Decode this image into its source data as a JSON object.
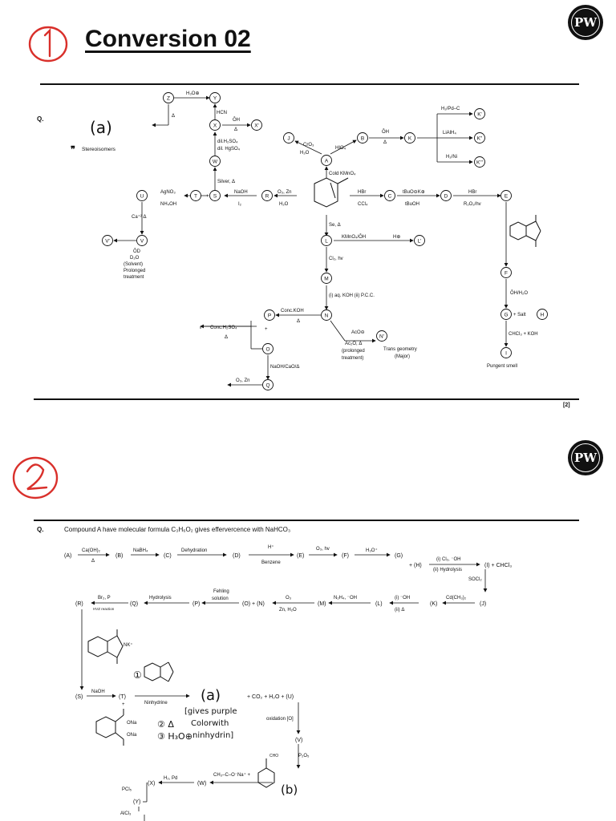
{
  "slide1": {
    "page_title": "Conversion 02",
    "logo_text": "PW",
    "question_label": "Q.",
    "page_number": "[2]",
    "annotation_a": "(a)",
    "annotation_stereo": "Stereoisomers",
    "nodes": {
      "Z": "Z",
      "Y": "Y",
      "X": "X",
      "Xp": "X'",
      "W": "W",
      "J": "J",
      "A": "A",
      "B": "B",
      "K": "K",
      "Kp": "K'",
      "Kpp": "K''",
      "Kppp": "K'''",
      "U": "U",
      "T": "T",
      "S": "S",
      "R": "R",
      "C": "C",
      "D": "D",
      "E": "E",
      "L": "L",
      "Lp": "L'",
      "M": "M",
      "V": "V",
      "Vp": "V'",
      "P": "P",
      "N": "N",
      "Np": "N'",
      "O": "O",
      "Q": "Q",
      "F": "F",
      "G": "G",
      "H": "H",
      "I": "I"
    },
    "reagents": {
      "h3o": "H₃O⊕",
      "delta": "Δ",
      "hcn": "HCN",
      "oh_delta": "ŌH",
      "delta2": "Δ",
      "dil_h2so4": "dil.H₂SO₄",
      "dil_hgso4": "dil. HgSO₄",
      "silver": "Silver, Δ",
      "cro3": "CrO₃",
      "h2o": "H₂O",
      "hio4": "HIO₄",
      "oh_b": "ŌH",
      "delta_b": "Δ",
      "h2pd": "H₂/Pd–C",
      "lialh4": "LiAlH₄",
      "h2ni": "H₂/Ni",
      "cold_kmno4": "Cold KMnO₄",
      "agno3": "AgNO₃",
      "nh4oh": "NH₄OH",
      "naoh": "NaOH",
      "i2": "I₂",
      "o3zn": "O₃, Zn",
      "h2o_r": "H₂O",
      "hbr": "HBr",
      "ccl4": "CCl₄",
      "tbuok": "tBuO⊖K⊕",
      "tbuoh": "tBuOH",
      "hbr2": "HBr",
      "r2o2": "R₂O₂/hv",
      "se": "Se, Δ",
      "kmno4_oh": "KMnO₄/ŌH",
      "hplus": "H⊕",
      "cl2hv": "Cl₂, hv",
      "koh_pcc": "(i) aq. KOH (ii) P.C.C.",
      "ca": "Ca⁺² Δ",
      "od": "ŌD",
      "d2o": "D₂O",
      "solvent": "(Solvent)",
      "prolonged": "Prolonged",
      "treatment": "treatment",
      "conc_koh": "Conc.KOH",
      "delta_p": "Δ",
      "plus": "+",
      "conc_h2so4": "Conc.H₂SO₄",
      "delta_q": "Δ",
      "aco": "AcO⊖",
      "ac2o": "Ac₂O, Δ",
      "prolonged2": "(prolonged",
      "treatment2": "treatment)",
      "trans": "Trans geometry",
      "major": "(Major)",
      "naoh_cao": "NaOH/CaO/Δ",
      "o3zn2": "O₃, Zn",
      "oh_h2o": "ŌH/H₂O",
      "salt": "+ Salt",
      "chcl3_koh": "CHCl₃ + KOH",
      "pungent": "Pungent smell",
      "plus_t": "+"
    }
  },
  "slide2": {
    "logo_text": "PW",
    "question_label": "Q.",
    "question_text": "Compound A have molecular formula C₃H₆O₂ gives effervercence with NaHCO₃",
    "row1": {
      "A": "(A)",
      "caoh2": "Ca(OH)₂",
      "d1": "Δ",
      "B": "(B)",
      "nabh4": "NaBH₄",
      "C": "(C)",
      "dehyd": "Dehydration",
      "D": "(D)",
      "hplus": "H⁺",
      "benzene": "Benzene",
      "E": "(E)",
      "o3hv": "O₃, hv",
      "F": "(F)",
      "h3o": "H₃O⁺",
      "G": "(G)"
    },
    "row2": {
      "plusH": "+ (H)",
      "cl2oh": "(i) Cl₂, ⁻OH",
      "hydrolysis": "(ii) Hydrolysis",
      "I": "(I) + CHCl₃",
      "socl2": "SOCl₂"
    },
    "row3": {
      "R": "(R)",
      "br2p": "Br₂, P",
      "hvz": "HVZ reaction",
      "Q": "(Q)",
      "hydrolysis": "Hydrolysis",
      "P": "(P)",
      "fehling1": "Fehling",
      "fehling2": "solution",
      "ON": "(O) + (N)",
      "o3": "O₃",
      "znh2o": "Zn, H₂O",
      "M": "(M)",
      "n2h4": "N₂H₄, ⁻OH",
      "L": "(L)",
      "oh_i": "(i) ⁻OH",
      "delta_ii": "(ii) Δ",
      "K": "(K)",
      "cdch3": "Cd(CH₃)₂",
      "J": "(J)"
    },
    "row4": {
      "S": "(S)",
      "naoh": "NaOH",
      "T": "(T)",
      "plus": "+",
      "ninhydrine": "Ninhydrine",
      "rest": "+ CO₂ + H₂O + (U)",
      "oxidation": "oxidation [O]",
      "V": "(V)",
      "p2o5": "P₂O₅",
      "W": "(W)",
      "acetate": "CH₃–C–O⁻Na⁺ +",
      "h2pd": "H₂, Pd",
      "X": "(X)",
      "pcl5": "PCl₅",
      "Y": "(Y)",
      "alcl3": "AlCl₃",
      "cho": "CHO",
      "nk": "NK⁺",
      "ona1": "ONa",
      "ona2": "ONa"
    },
    "handwriting": {
      "a": "(a)",
      "note1": "[gives purple",
      "note2": "Colorwith",
      "note3": "ninhydrin]",
      "b": "(b)",
      "step2": "② Δ",
      "step3": "③ H₃O⊕",
      "step1": "①"
    }
  }
}
